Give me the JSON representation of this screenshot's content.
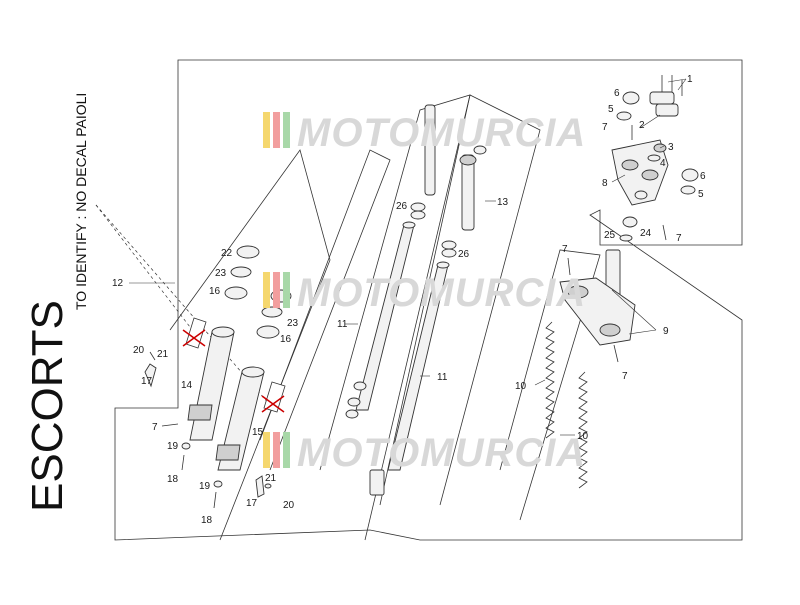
{
  "side_title": "ESCORTS",
  "side_note": "TO IDENTIFY : NO DECAL PAIOLI",
  "watermark": "MOTOMURCIA",
  "watermark_colors": [
    "#f5d76e",
    "#f29e9e",
    "#a8d8a8",
    "#c9c9c9"
  ],
  "callouts": {
    "c1": "1",
    "c2": "2",
    "c3": "3",
    "c4": "4",
    "c5a": "5",
    "c5b": "5",
    "c6a": "6",
    "c6b": "6",
    "c7a": "7",
    "c7b": "7",
    "c7c": "7",
    "c7d": "7",
    "c7e": "7",
    "c8": "8",
    "c9": "9",
    "c10a": "10",
    "c10b": "10",
    "c11a": "11",
    "c11b": "11",
    "c12": "12",
    "c13": "13",
    "c14": "14",
    "c15": "15",
    "c16a": "16",
    "c16b": "16",
    "c17a": "17",
    "c17b": "17",
    "c18a": "18",
    "c18b": "18",
    "c19a": "19",
    "c19b": "19",
    "c20a": "20",
    "c20b": "20",
    "c21a": "21",
    "c21b": "21",
    "c22": "22",
    "c23a": "23",
    "c23b": "23",
    "c24": "24",
    "c25": "25",
    "c26a": "26",
    "c26b": "26"
  }
}
